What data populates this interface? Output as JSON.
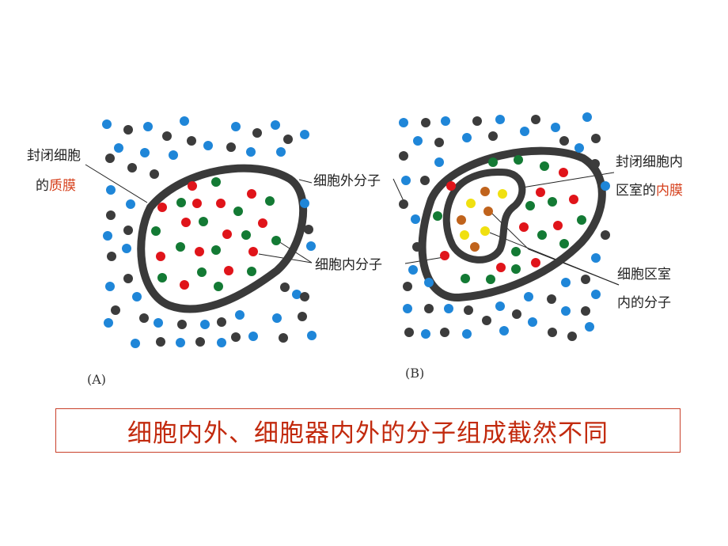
{
  "panel_a": {
    "tag": "(A)",
    "membrane_label_line1": "封闭细胞",
    "membrane_label_line2_prefix": "的",
    "membrane_label_line2_highlight": "质膜",
    "outside_label": "细胞外分子",
    "inside_label": "细胞内分子"
  },
  "panel_b": {
    "tag": "(B)",
    "inner_membrane_line1": "封闭细胞内",
    "inner_membrane_line2_prefix": "区室的",
    "inner_membrane_line2_highlight": "内膜",
    "compartment_label_line1": "细胞区室",
    "compartment_label_line2": "内的分子"
  },
  "banner": "细胞内外、细胞器内外的分子组成截然不同",
  "colors": {
    "membrane": "#3a3a3a",
    "outside_blue": "#1f86d8",
    "outside_black": "#3c3c3c",
    "inside_red": "#e0141a",
    "inside_green": "#137a34",
    "compartment_orange": "#c0631c",
    "compartment_yellow": "#f0e010",
    "highlight": "#d6401c"
  }
}
